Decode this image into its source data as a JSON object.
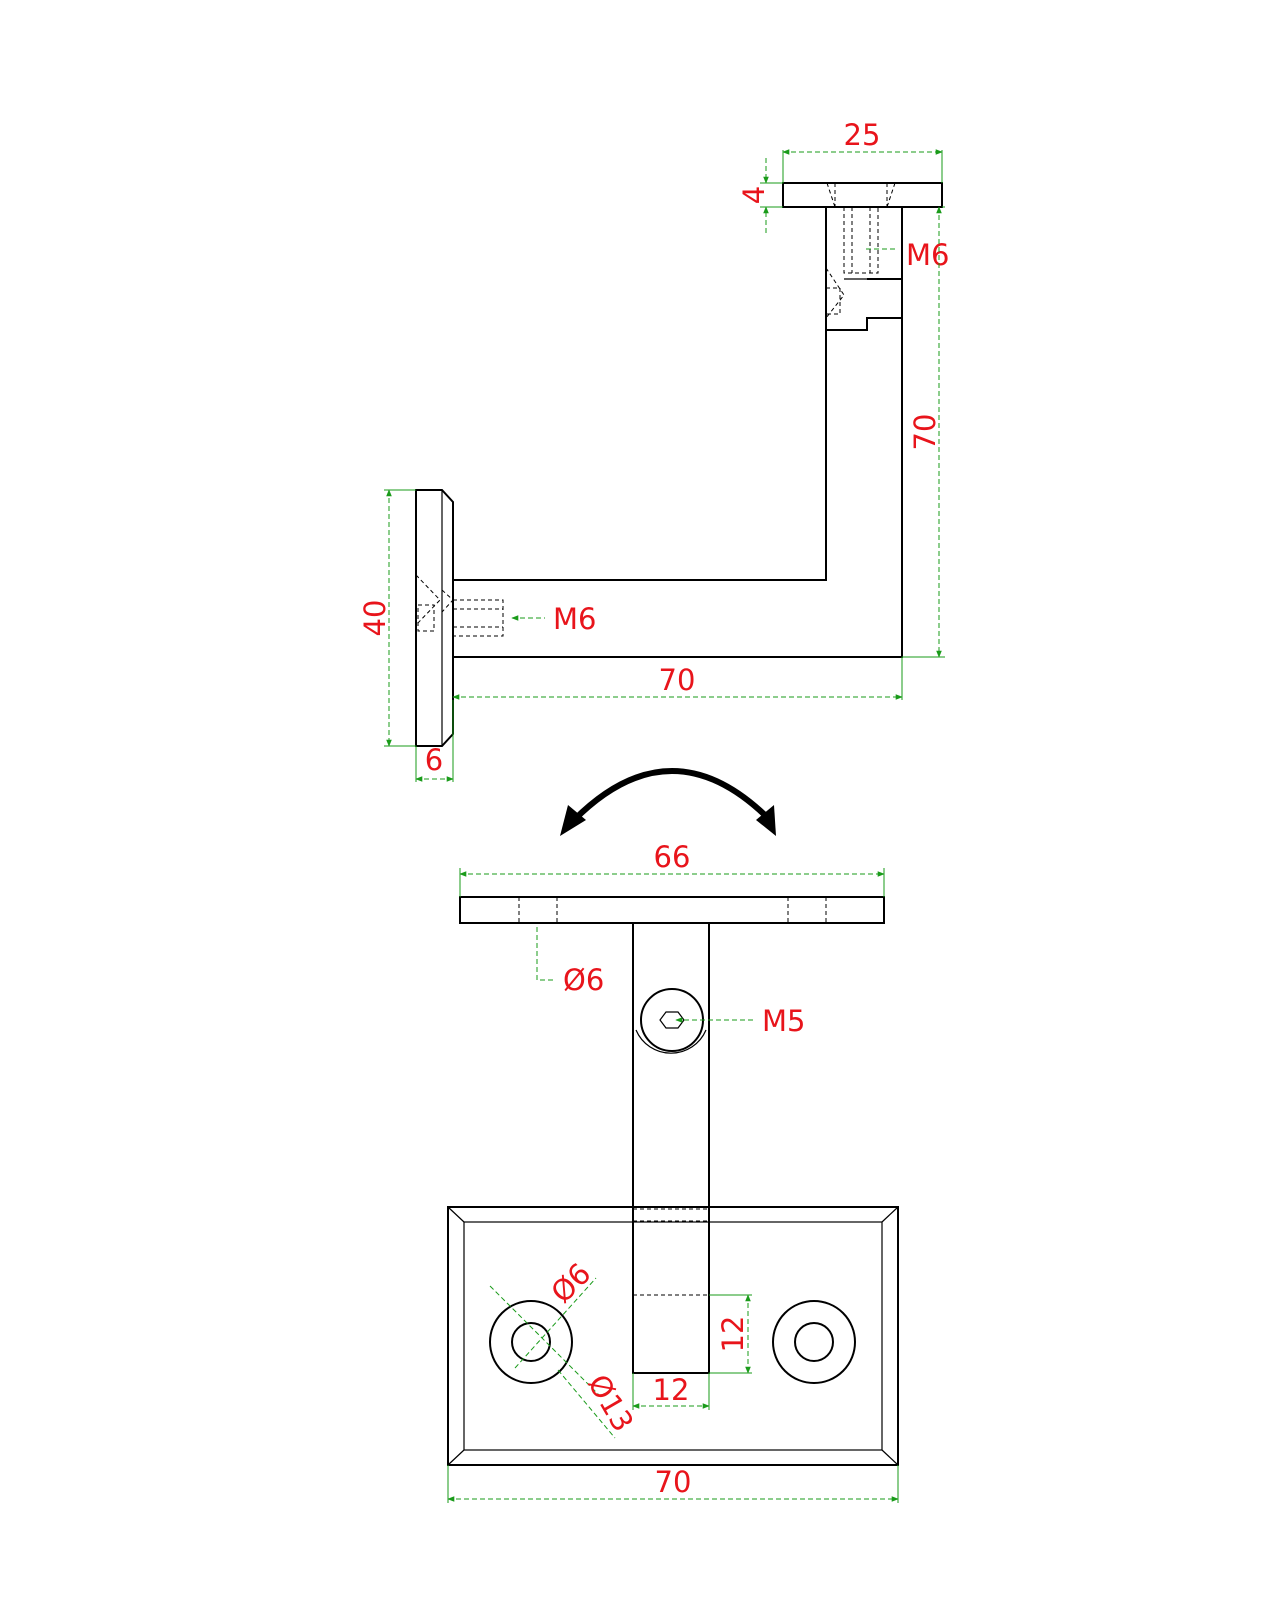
{
  "side_view": {
    "top_plate_width": "25",
    "top_plate_thickness": "4",
    "top_thread": "M6",
    "vertical_height": "70",
    "horizontal_length": "70",
    "wall_thread": "M6",
    "wall_plate_height": "40",
    "wall_plate_thickness": "6"
  },
  "front_view": {
    "saddle_width": "66",
    "saddle_hole": "Ø6",
    "pivot_screw": "M5",
    "base_width": "70",
    "hole_diameter": "Ø6",
    "countersink_diameter": "Ø13",
    "arm_width": "12",
    "arm_depth": "12"
  },
  "colors": {
    "outline": "#000000",
    "dimension_line": "#1a9b1a",
    "dimension_text": "#e8141b"
  }
}
